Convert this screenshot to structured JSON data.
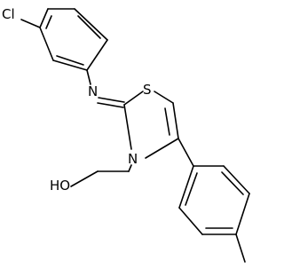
{
  "molecule": {
    "atom_labels": {
      "chlorine": "Cl",
      "imine_nitrogen": "N",
      "sulfur": "S",
      "ring_nitrogen": "N",
      "hydroxyl": "HO"
    }
  }
}
